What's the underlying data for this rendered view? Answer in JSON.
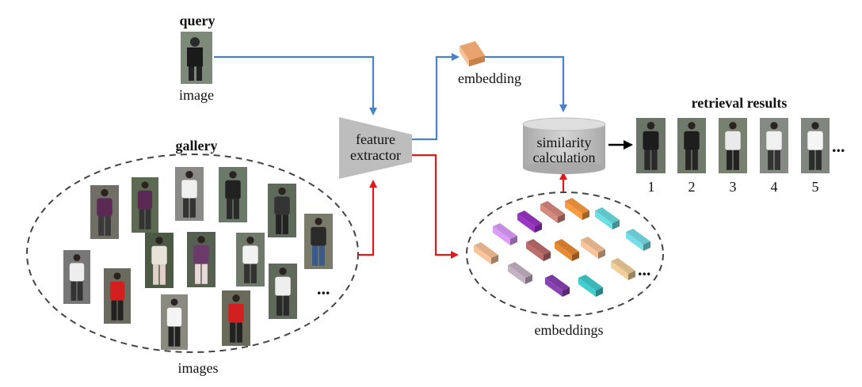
{
  "query": {
    "title": "query",
    "caption": "image"
  },
  "gallery": {
    "title": "gallery",
    "caption": "images",
    "ellipsis": "..."
  },
  "extractor": {
    "line1": "feature",
    "line2": "extractor"
  },
  "embedding": {
    "caption": "embedding"
  },
  "embeddings": {
    "caption": "embeddings",
    "ellipsis": "..."
  },
  "similarity": {
    "line1": "similarity",
    "line2": "calculation"
  },
  "results": {
    "title": "retrieval results",
    "ranks": [
      "1",
      "2",
      "3",
      "4",
      "5"
    ],
    "ellipsis": "..."
  },
  "colors": {
    "blue_arrow": "#4a82c4",
    "red_arrow": "#e0191b",
    "black_arrow": "#000000",
    "extractor_fill": "#bdbdbd",
    "cylinder_fill": "#c8c8c8",
    "embedding_query": "#e8a36e"
  },
  "embedding_colors": [
    "#8a2fb0",
    "#c07a70",
    "#e08a3a",
    "#5fc7cc",
    "#c58be0",
    "#a86060",
    "#d07a2e",
    "#e0b08a",
    "#6ac6cf",
    "#d8b88a",
    "#b0a0b0",
    "#7a3aa0",
    "#3ab8b8",
    "#e3c19a"
  ]
}
